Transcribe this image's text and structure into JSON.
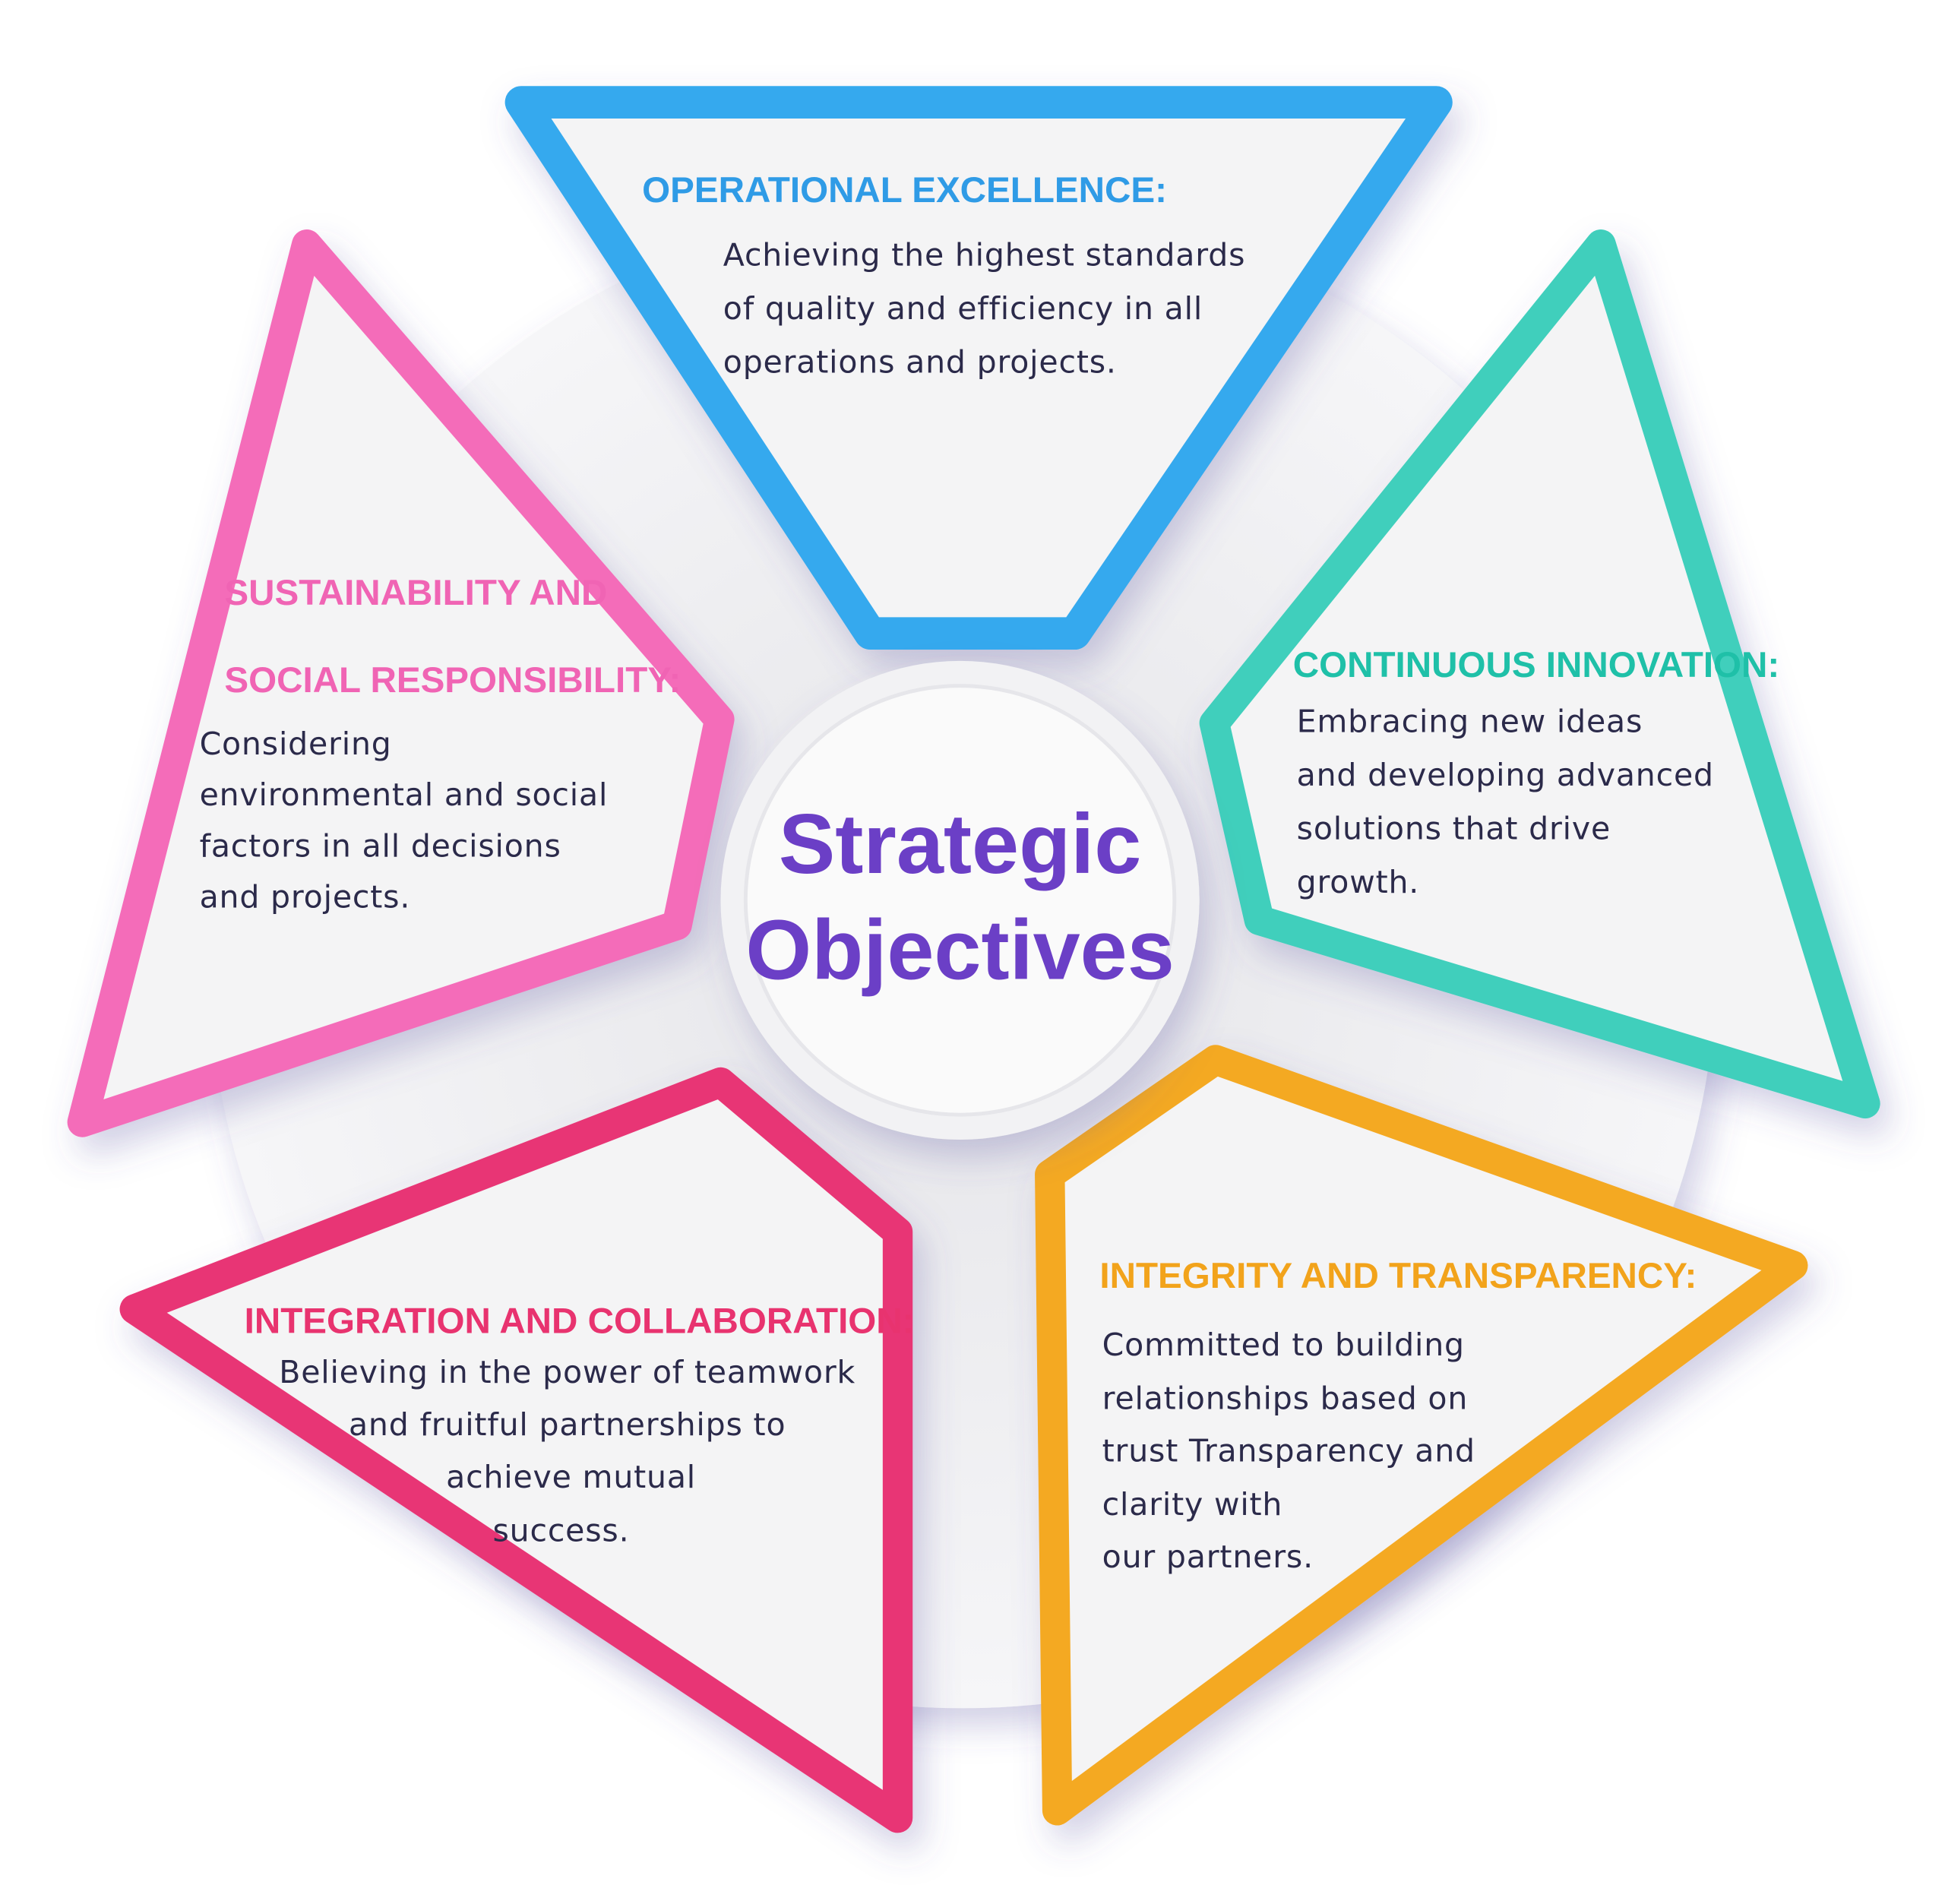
{
  "center": {
    "line1": "Strategic",
    "line2": "Objectives",
    "color": "#6b3fc6"
  },
  "segments": [
    {
      "title": "OPERATIONAL EXCELLENCE:",
      "color": "#2f9be6",
      "lines": [
        "Achieving the highest standards",
        "of quality and efficiency in all",
        "operations and projects."
      ]
    },
    {
      "title_lines": [
        "SUSTAINABILITY AND",
        "SOCIAL RESPONSIBILITY:"
      ],
      "color": "#f064b4",
      "lines": [
        "Considering",
        "environmental and social",
        "factors in all decisions",
        "and projects."
      ]
    },
    {
      "title": "CONTINUOUS INNOVATION:",
      "color": "#1fc0a8",
      "lines": [
        "Embracing new ideas",
        "and developing advanced",
        "solutions that drive",
        "growth."
      ]
    },
    {
      "title": "INTEGRATION AND COLLABORATION:",
      "color": "#e8336f",
      "lines": [
        "Believing in the power of teamwork",
        "and fruitful partnerships to",
        "achieve mutual",
        "success."
      ]
    },
    {
      "title": "INTEGRITY AND TRANSPARENCY:",
      "color": "#f2a31b",
      "lines": [
        "Committed to building",
        "relationships based on",
        "trust Transparency and",
        "clarity with",
        "our partners."
      ]
    }
  ]
}
